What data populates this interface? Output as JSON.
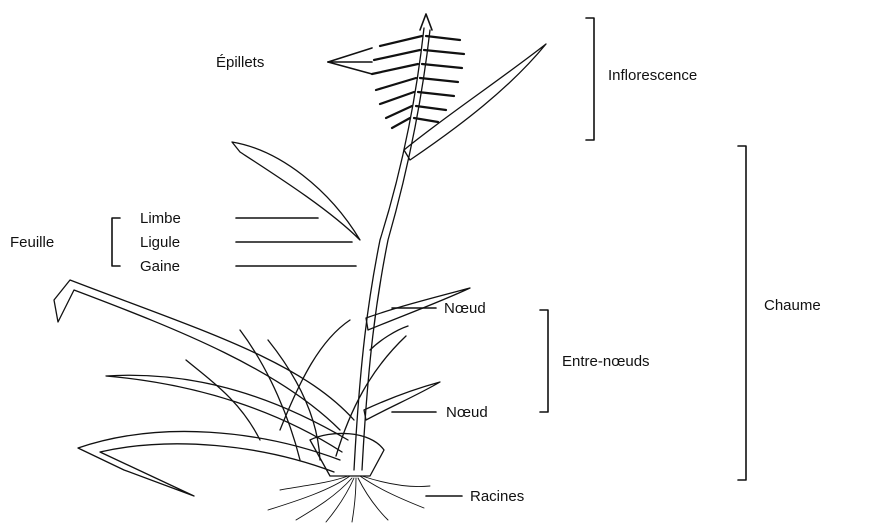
{
  "labels": {
    "spikelets": "Épillets",
    "inflorescence": "Inflorescence",
    "leaf": "Feuille",
    "blade": "Limbe",
    "ligule": "Ligule",
    "sheath": "Gaine",
    "node_upper": "Nœud",
    "internodes": "Entre-nœuds",
    "node_lower": "Nœud",
    "culm": "Chaume",
    "roots": "Racines"
  },
  "colors": {
    "ink": "#111111",
    "background": "#ffffff"
  }
}
